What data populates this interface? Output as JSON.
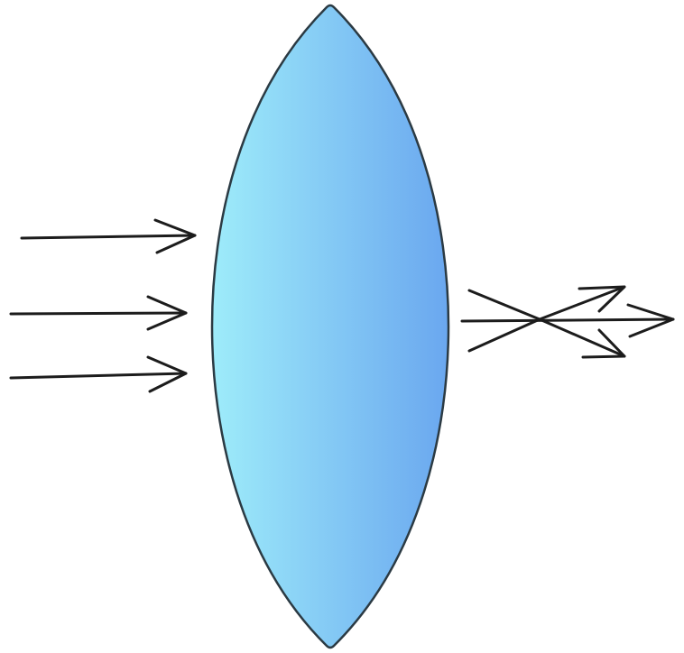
{
  "diagram": {
    "lens_type": "convex",
    "colors": {
      "background": "#ffffff",
      "lens_light": "#9eecfa",
      "lens_dark": "#6aa7ef",
      "outline": "#2b3a43",
      "ray": "#1c1c1c"
    },
    "incoming_ray_count": 3,
    "outgoing_ray_count": 3
  }
}
